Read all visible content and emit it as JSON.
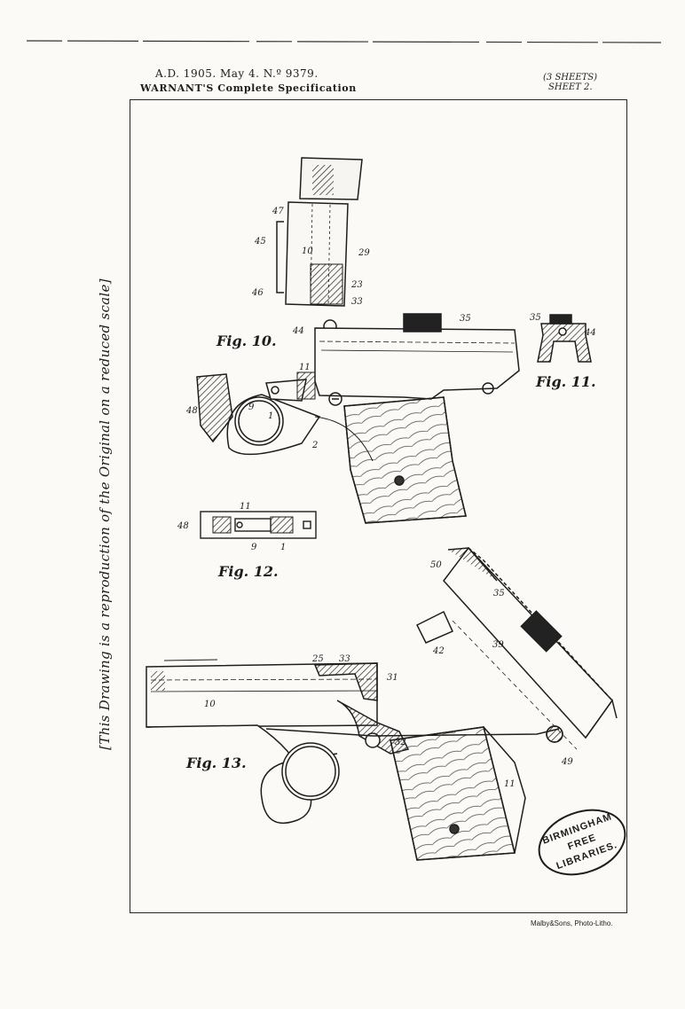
{
  "header": {
    "line1": "A.D. 1905. May 4. N.º 9379.",
    "line2": "WARNANT'S Complete Specification",
    "sheets": "(3 SHEETS)",
    "sheet": "SHEET 2."
  },
  "side_note": "[This Drawing is a reproduction of the Original on a reduced scale]",
  "figures": {
    "fig10": "Fig. 10.",
    "fig11": "Fig. 11.",
    "fig12": "Fig. 12.",
    "fig13": "Fig. 13."
  },
  "labels": {
    "fig10": [
      "47",
      "45",
      "46",
      "10",
      "29",
      "23",
      "33",
      "44",
      "35",
      "11",
      "48",
      "9",
      "1",
      "2"
    ],
    "fig11": [
      "35",
      "44"
    ],
    "fig12": [
      "11",
      "48",
      "9",
      "1"
    ],
    "fig13": [
      "50",
      "35",
      "42",
      "39",
      "25",
      "33",
      "31",
      "10",
      "32",
      "49",
      "11"
    ]
  },
  "stamp": {
    "line1": "BIRMINGHAM",
    "line2": "FREE",
    "line3": "LIBRARIES."
  },
  "credit": "Malby&Sons, Photo-Litho."
}
